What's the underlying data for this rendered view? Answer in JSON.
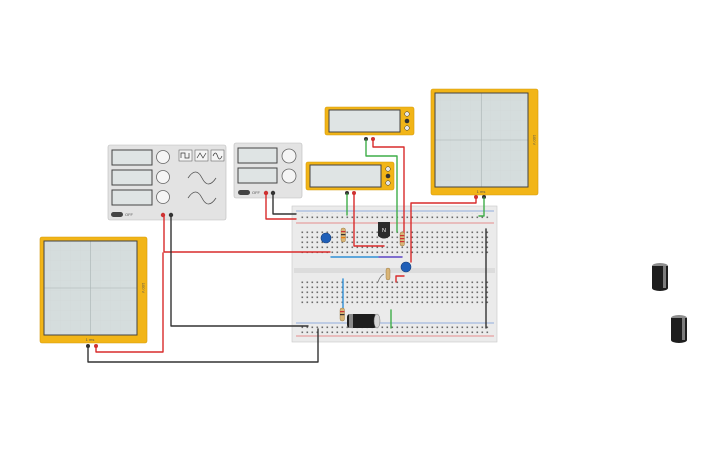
{
  "oscilloscope_left": {
    "time_label": "1 ms",
    "volt_label": "100 V"
  },
  "oscilloscope_right": {
    "time_label": "1 ms",
    "volt_label": "100 V"
  },
  "function_generator": {
    "off_label": "OFF"
  },
  "power_supply": {
    "off_label": "OFF"
  },
  "transistor": {
    "label": "N"
  },
  "colors": {
    "instrument_frame": "#f2b517",
    "wire_red": "#d92b2b",
    "wire_black": "#333333",
    "wire_green": "#3fae49",
    "wire_blue": "#2f8fd6",
    "breadboard": "#eeeeee",
    "capacitor_blue": "#1f5fb8"
  }
}
